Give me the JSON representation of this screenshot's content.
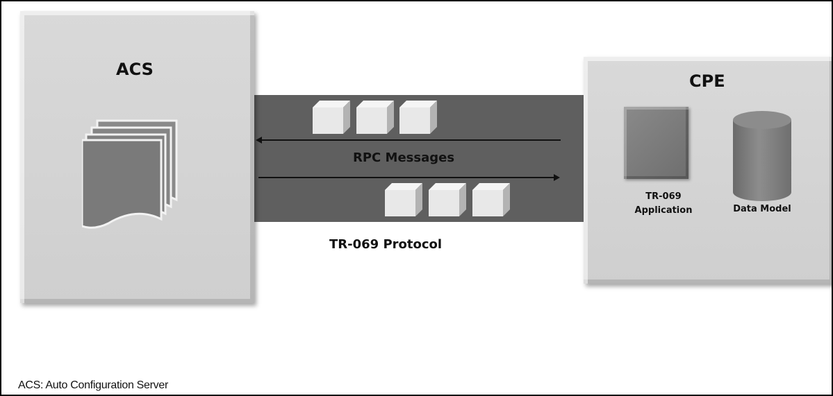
{
  "acs": {
    "title": "ACS"
  },
  "cpe": {
    "title": "CPE",
    "application_label_line1": "TR-069",
    "application_label_line2": "Application",
    "data_model_label": "Data Model"
  },
  "channel": {
    "messages_label": "RPC Messages",
    "protocol_label": "TR-069 Protocol"
  },
  "footnote": "ACS: Auto Configuration Server",
  "colors": {
    "box_fill": "#d4d4d4",
    "channel_fill": "#5f5f5f",
    "cube_fill": "#e6e6e6",
    "app_block_fill": "#7a7a7a",
    "document_fill": "#7d7d7d"
  },
  "icons": {
    "acs": "document-stack-icon",
    "cpe_app": "application-block-icon",
    "cpe_db": "database-cylinder-icon",
    "message": "message-cube-icon"
  }
}
